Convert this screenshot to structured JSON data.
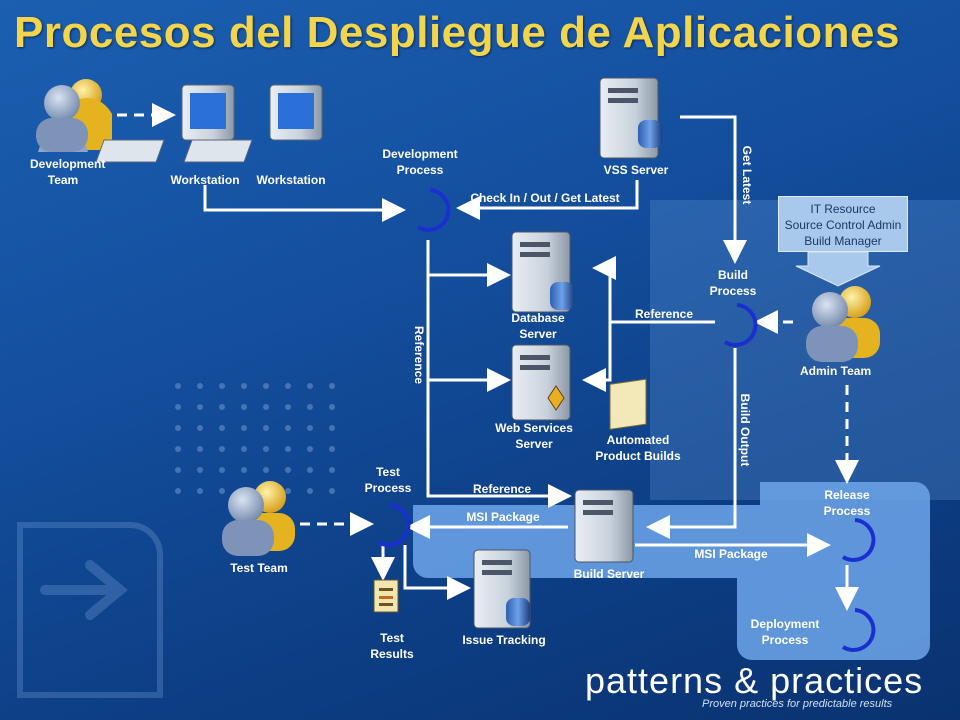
{
  "title": "Procesos del Despliegue de Aplicaciones",
  "labels": {
    "development_team": "Development Team",
    "workstation1": "Workstation",
    "workstation2": "Workstation",
    "development_process": "Development Process",
    "vss_server": "VSS Server",
    "get_latest": "Get Latest",
    "check_in_out": "Check In / Out / Get Latest",
    "database_server": "Database Server",
    "web_services_server": "Web Services Server",
    "reference_vertical": "Reference",
    "reference_build": "Reference",
    "reference_bottom": "Reference",
    "build_process": "Build Process",
    "admin_team": "Admin Team",
    "build_output": "Build Output",
    "automated_product_builds": "Automated Product Builds",
    "test_process": "Test Process",
    "msi_package_left": "MSI Package",
    "msi_package_right": "MSI Package",
    "build_server": "Build Server",
    "release_process": "Release Process",
    "deployment_process": "Deployment Process",
    "test_team": "Test Team",
    "test_results": "Test Results",
    "issue_tracking": "Issue Tracking"
  },
  "it_resource": {
    "line1": "IT Resource",
    "line2": "Source Control Admin",
    "line3": "Build Manager"
  },
  "brand": {
    "name": "patterns & practices",
    "tagline": "Proven practices for predictable results"
  },
  "colors": {
    "title": "#f2d54a",
    "background": "#1550a0",
    "process_ring": "#1a2fd0",
    "highlight_panel": "#6ea6ea"
  }
}
